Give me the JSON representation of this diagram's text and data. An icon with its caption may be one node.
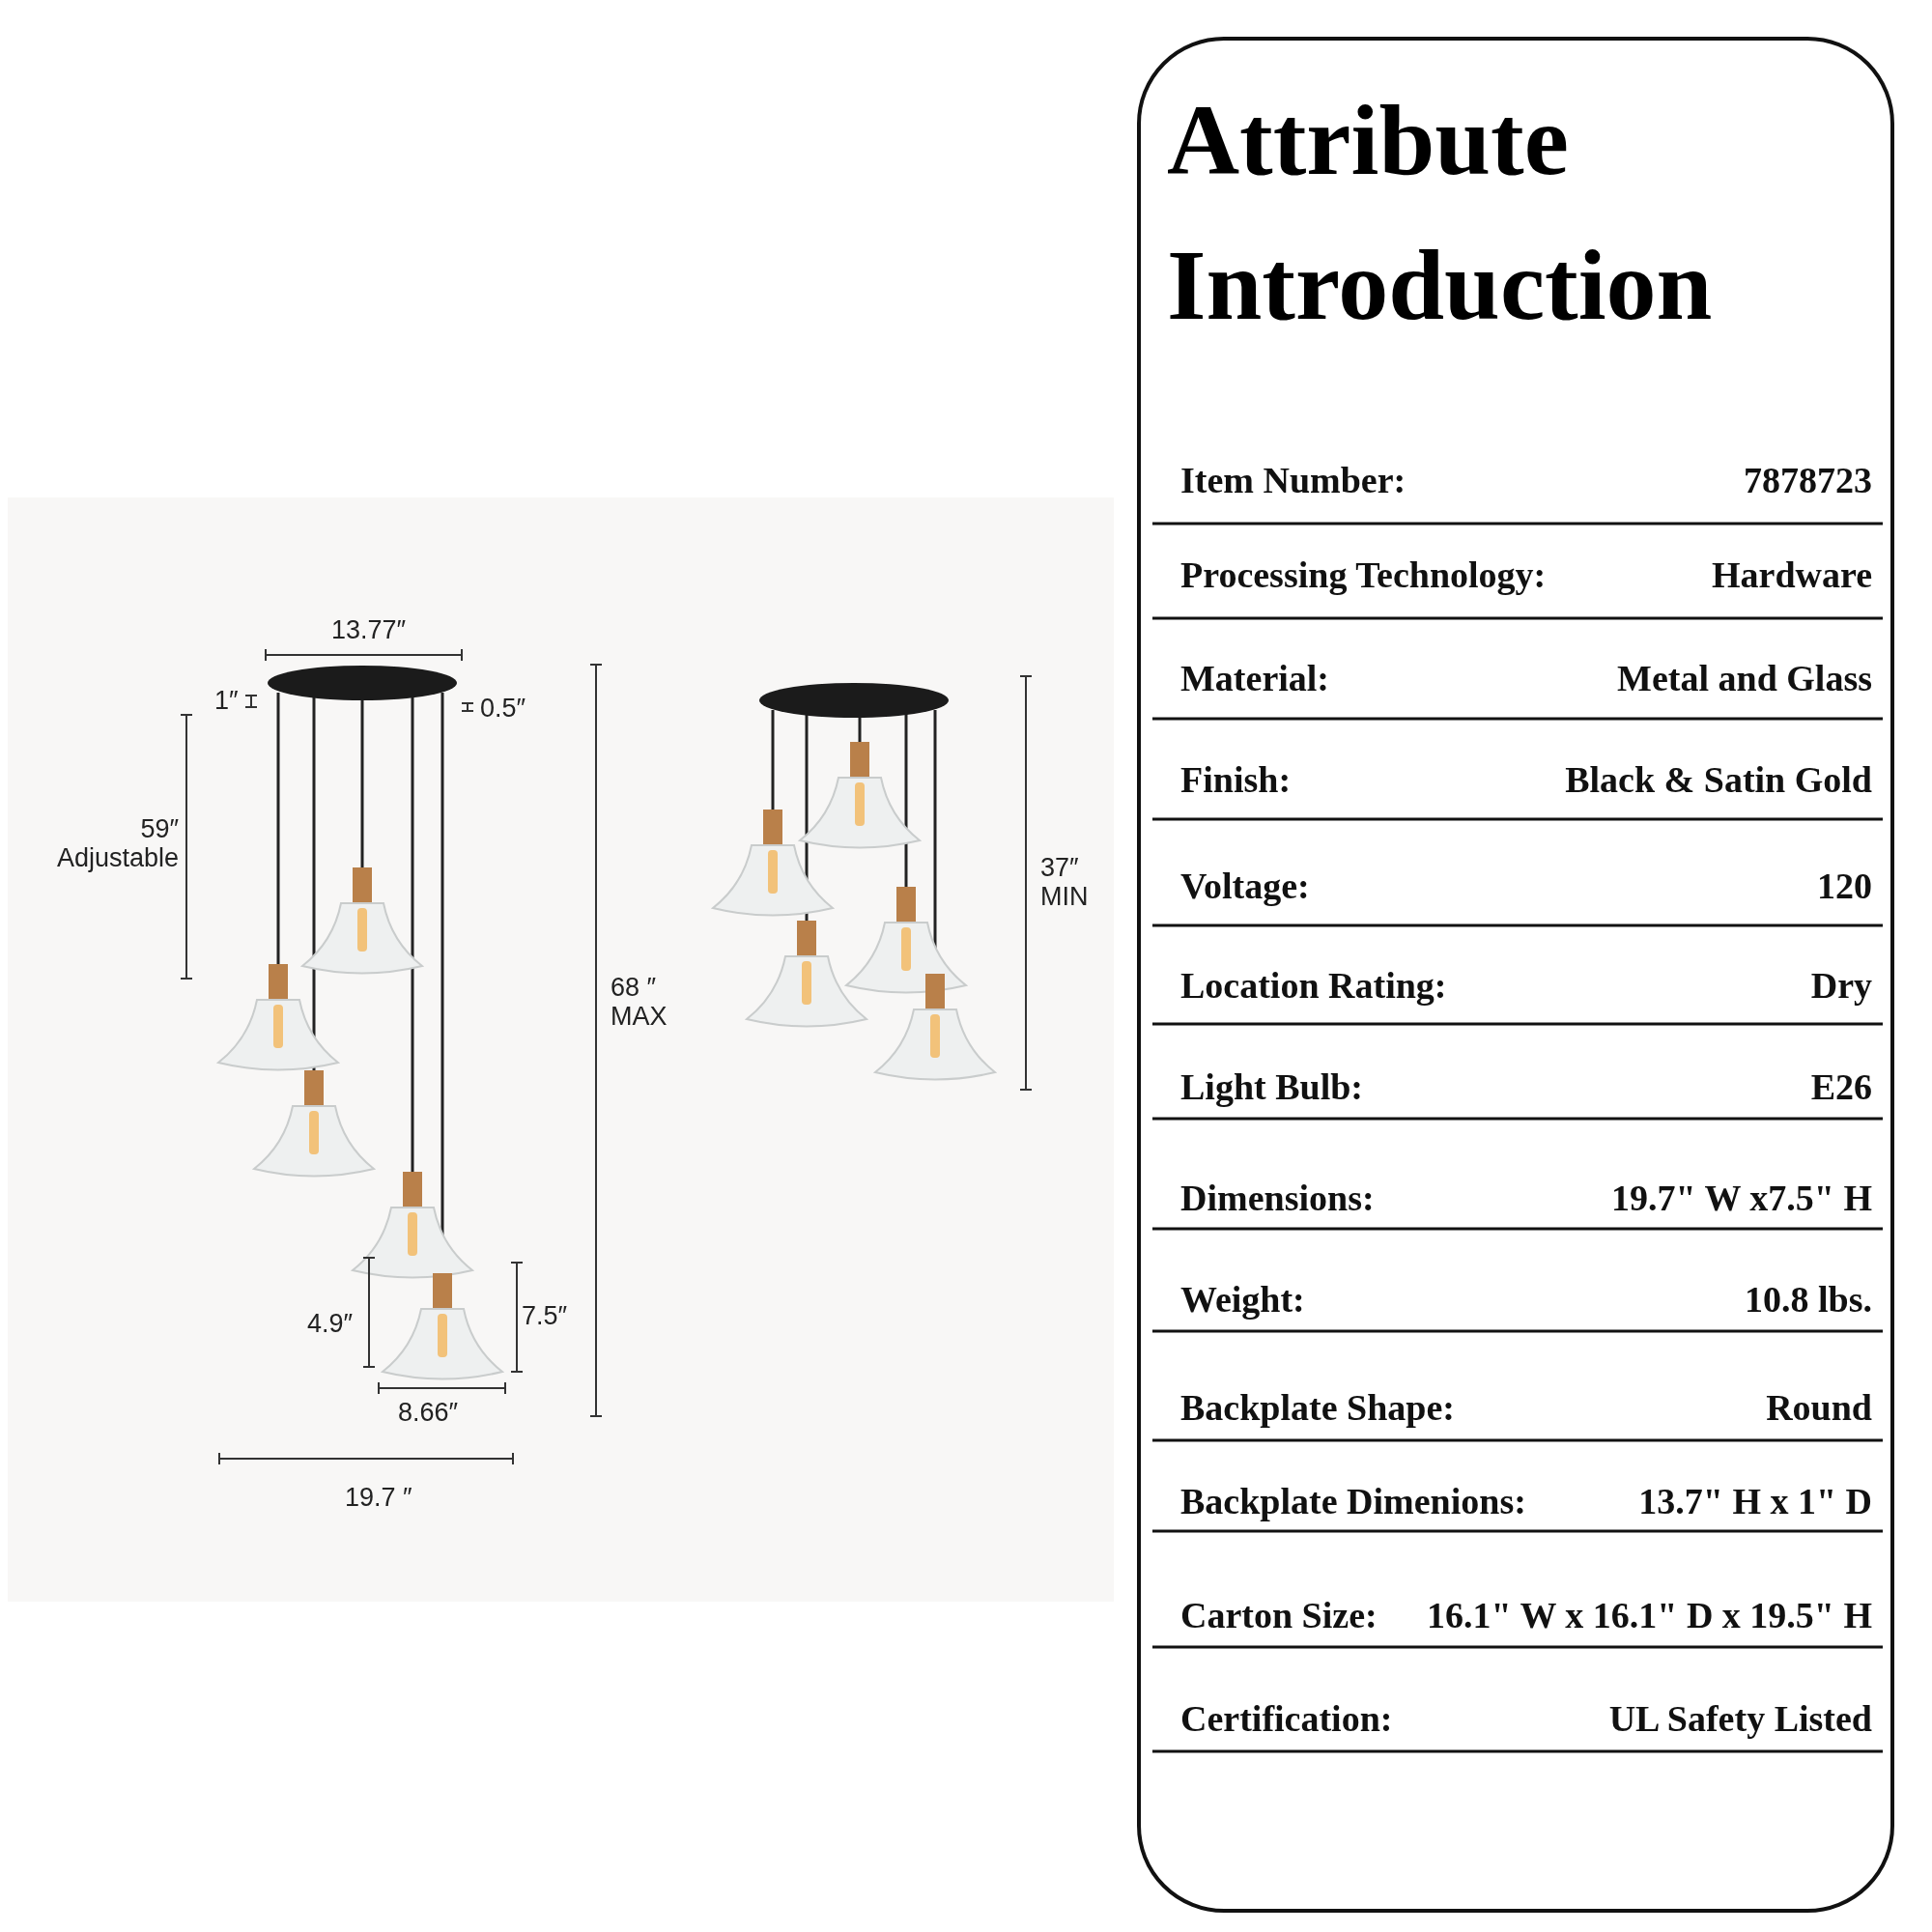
{
  "diagram": {
    "title": "Attribute Introduction",
    "labels": [
      "13.77″",
      "1″",
      "0.5″",
      "59″ Adjustable",
      "68 ″ MAX",
      "37″ MIN",
      "4.9″",
      "7.5″",
      "8.66″",
      "19.7 ″",
      "Item Number:",
      "7878723",
      "Processing Technology:",
      "Hardware",
      "Material:",
      "Metal and Glass",
      "Finish:",
      "Black & Satin Gold",
      "Voltage:",
      "120",
      "Location Rating:",
      "Dry",
      "Light Bulb:",
      "E26",
      "Dimensions:",
      "19.7\" W x7.5\" H",
      "Weight:",
      "10.8 lbs.",
      "Backplate Shape:",
      "Round",
      "Backplate Dimenions:",
      "13.7\" H x 1\" D",
      "Carton Size:",
      "16.1\" W x 16.1\" D x 19.5\" H",
      "Certification:",
      "UL Safety Listed"
    ]
  }
}
